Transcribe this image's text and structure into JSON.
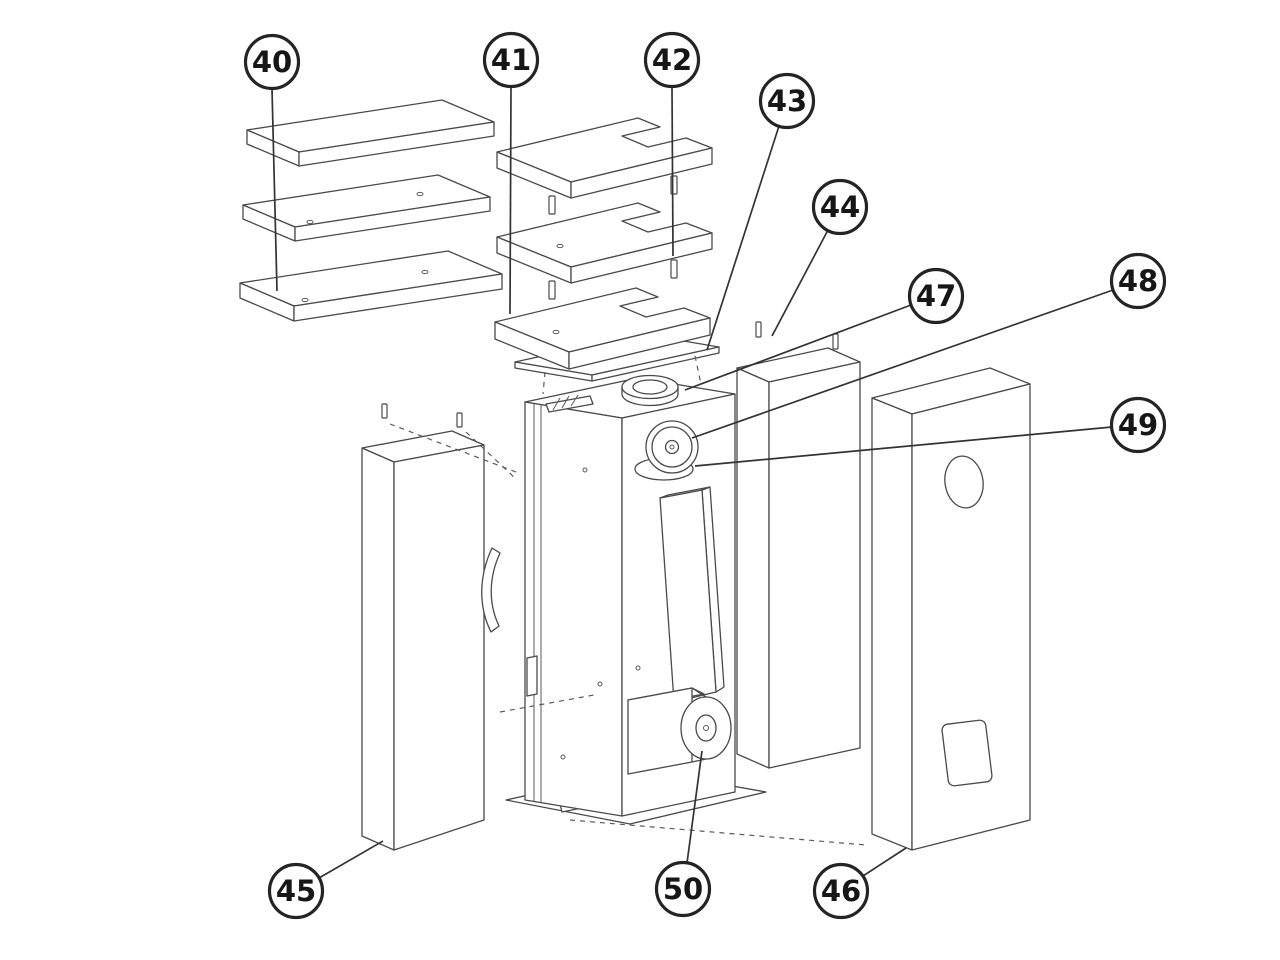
{
  "figure": {
    "background_color": "#ffffff",
    "line_color": "#4a4a4a",
    "balloon_stroke_color": "#242424",
    "balloon_text_color": "#161616",
    "callouts": [
      {
        "number": "40"
      },
      {
        "number": "41"
      },
      {
        "number": "42"
      },
      {
        "number": "43"
      },
      {
        "number": "44"
      },
      {
        "number": "45"
      },
      {
        "number": "46"
      },
      {
        "number": "47"
      },
      {
        "number": "48"
      },
      {
        "number": "49"
      },
      {
        "number": "50"
      }
    ]
  }
}
